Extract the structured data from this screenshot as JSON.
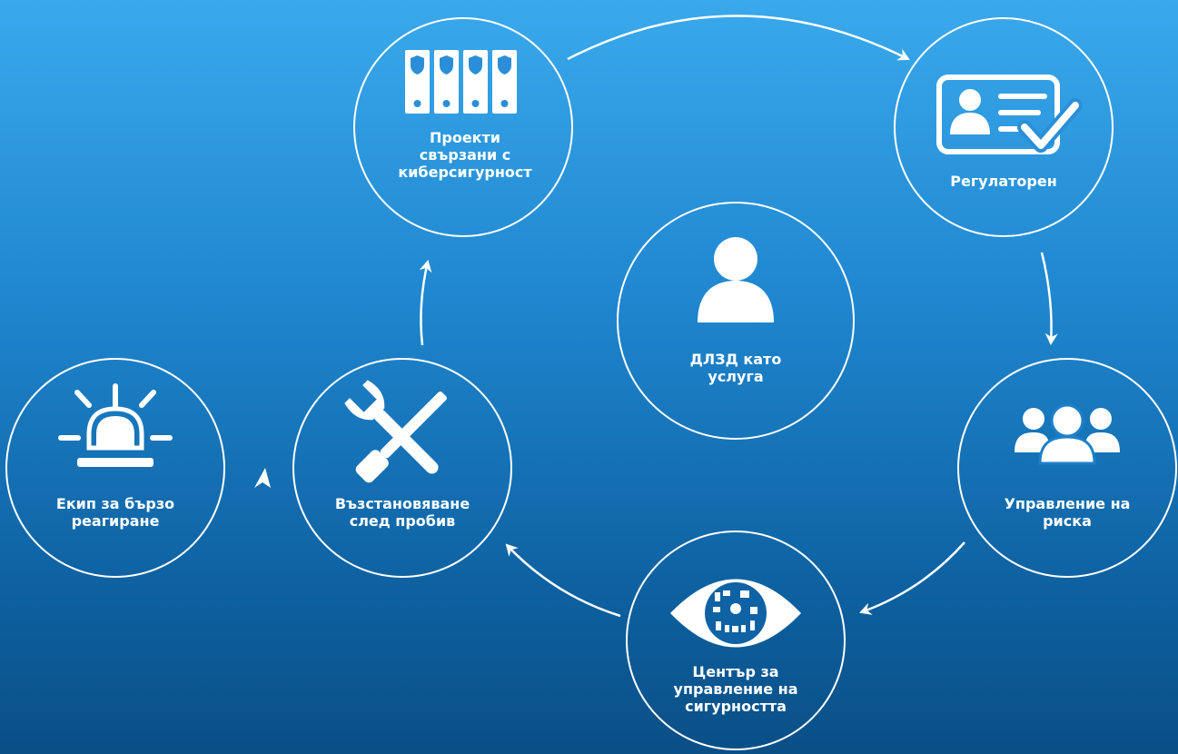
{
  "center": {
    "title_line1": "ДЛЗД като",
    "title_line2": "услуга",
    "icon": "person-icon"
  },
  "nodes": {
    "projects": {
      "line1": "Проекти",
      "line2": "свързани с",
      "line3": "киберсигурност",
      "icon": "shield-binders-icon"
    },
    "regulatory": {
      "line1": "Регулаторен",
      "icon": "id-card-check-icon"
    },
    "risk": {
      "line1": "Управление на",
      "line2": "риска",
      "icon": "group-icon"
    },
    "soc": {
      "line1": "Център за",
      "line2": "управление на",
      "line3": "сигурността",
      "icon": "eye-icon"
    },
    "recovery": {
      "line1": "Възстановяване",
      "line2": "след пробив",
      "icon": "wrench-screwdriver-icon"
    },
    "response": {
      "line1": "Екип за бързо",
      "line2": "реагиране",
      "icon": "siren-icon"
    }
  },
  "colors": {
    "stroke": "#ffffff",
    "bg_top": "#3aa9ec",
    "bg_bottom": "#0a4f86"
  }
}
